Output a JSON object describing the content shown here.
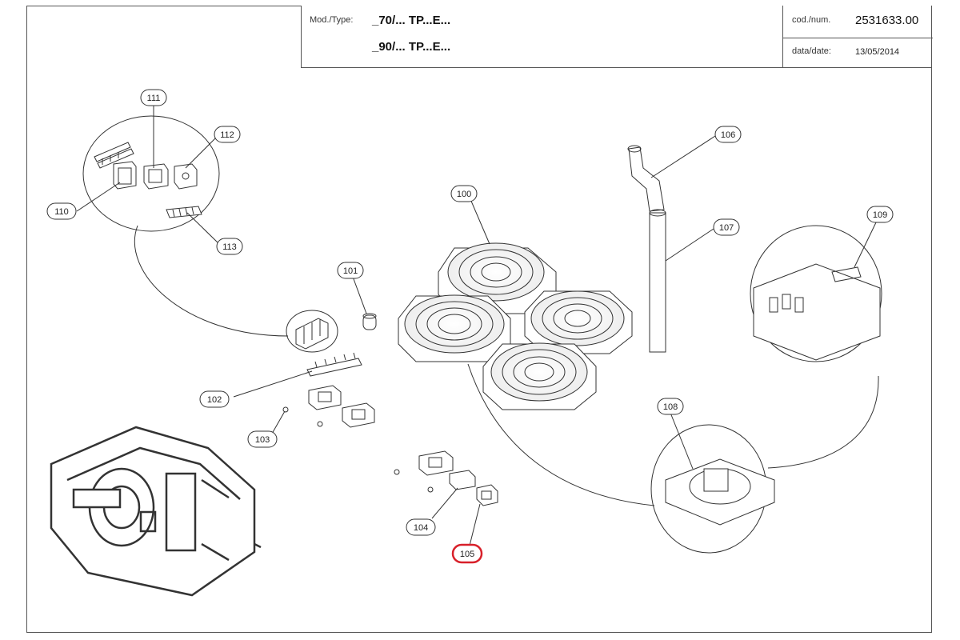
{
  "title_block": {
    "model_label": "Mod./Type:",
    "model_line_1": "_70/... TP...E...",
    "model_line_2": "_90/... TP...E...",
    "code_label": "cod./num.",
    "code_value": "2531633.00",
    "date_label": "data/date:",
    "date_value": "13/05/2014"
  },
  "callouts": [
    {
      "id": "c110",
      "label": "110"
    },
    {
      "id": "c111",
      "label": "111"
    },
    {
      "id": "c112",
      "label": "112"
    },
    {
      "id": "c113",
      "label": "113"
    },
    {
      "id": "c100",
      "label": "100"
    },
    {
      "id": "c101",
      "label": "101"
    },
    {
      "id": "c102",
      "label": "102"
    },
    {
      "id": "c103",
      "label": "103"
    },
    {
      "id": "c104",
      "label": "104"
    },
    {
      "id": "c105",
      "label": "105"
    },
    {
      "id": "c106",
      "label": "106"
    },
    {
      "id": "c107",
      "label": "107"
    },
    {
      "id": "c108",
      "label": "108"
    },
    {
      "id": "c109",
      "label": "109"
    }
  ],
  "highlight": {
    "callout": "105",
    "color": "#d8202a"
  }
}
